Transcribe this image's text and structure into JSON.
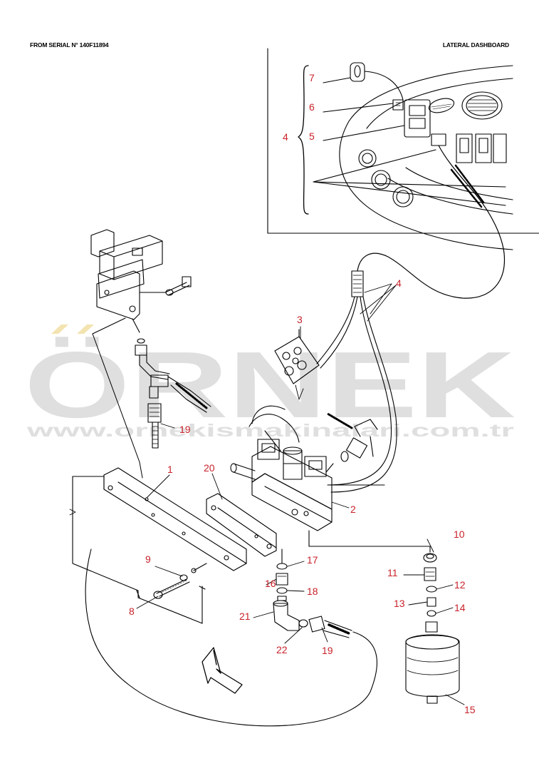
{
  "header": {
    "left": "FROM SERIAL N° 140F11894",
    "right": "LATERAL DASHBOARD"
  },
  "watermark": {
    "brand": "ÖRNEK",
    "url": "www.ornekismakinalari.com.tr"
  },
  "callouts": [
    "1",
    "2",
    "3",
    "4",
    "4",
    "5",
    "6",
    "7",
    "8",
    "9",
    "10",
    "11",
    "12",
    "13",
    "14",
    "15",
    "16",
    "17",
    "18",
    "19",
    "19",
    "20",
    "21",
    "22"
  ],
  "colors": {
    "label": "#c8222a",
    "line": "#000000",
    "watermark": "#dcdcdc",
    "watermark_accent": "#f2e0a8"
  }
}
